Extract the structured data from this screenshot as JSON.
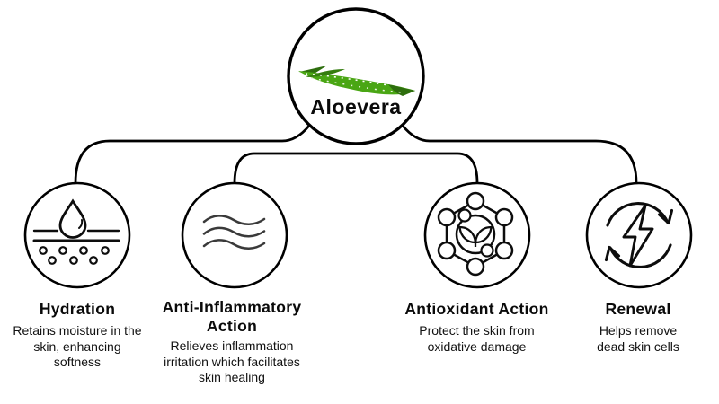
{
  "diagram": {
    "center": {
      "title": "Aloevera",
      "image": "aloevera-leaf-image"
    },
    "benefits": [
      {
        "title": "Hydration",
        "description": "Retains moisture in the skin, enhancing softness",
        "icon": "water-drop-icon"
      },
      {
        "title": "Anti-Inflammatory Action",
        "description": "Relieves inflammation irritation which facilitates skin healing",
        "icon": "waves-icon"
      },
      {
        "title": "Antioxidant Action",
        "description": "Protect the skin from oxidative damage",
        "icon": "antioxidant-molecule-icon"
      },
      {
        "title": "Renewal",
        "description": "Helps remove dead skin cells",
        "icon": "renewal-cycle-icon"
      }
    ],
    "colors": {
      "line": "#000000",
      "wave": "#3a3a3a",
      "leaf_green": "#4aa614",
      "leaf_dark": "#2e6e0e",
      "background": "#ffffff",
      "text": "#0a0a0a"
    }
  }
}
